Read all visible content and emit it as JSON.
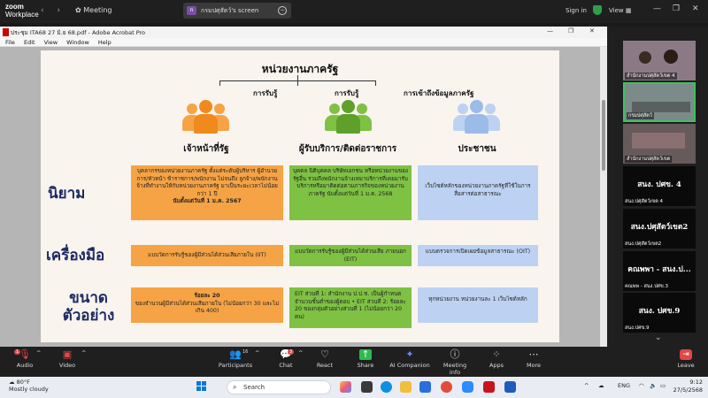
{
  "zoom": {
    "logo_line1": "zoom",
    "logo_line2": "Workplace",
    "meeting_label": "Meeting",
    "share_badge": "n",
    "share_label": "กรมปศุสัตว์'s screen",
    "sign_in": "Sign in",
    "view": "View",
    "colors": {
      "bar": "#1f1f1f",
      "secure": "#2e9e4a",
      "speaking": "#3ec35b"
    }
  },
  "acrobat": {
    "title": "ประชุม ITA68 27 มิ.ย 68.pdf - Adobe Acrobat Pro",
    "menu": [
      "File",
      "Edit",
      "View",
      "Window",
      "Help"
    ]
  },
  "slide": {
    "title": "หน่วยงานภาครัฐ",
    "branches": [
      "การรับรู้",
      "การรับรู้",
      "การเข้าถึงข้อมูลภาครัฐ"
    ],
    "groups": [
      "เจ้าหน้าที่รัฐ",
      "ผู้รับบริการ/ติดต่อราชการ",
      "ประชาชน"
    ],
    "rows": [
      {
        "label": "นิยาม",
        "cells": [
          {
            "text": "บุคลากรของหน่วยงานภาครัฐ ตั้งแต่ระดับผู้บริหาร ผู้อำนวยการ/หัวหน้า ข้าราชการ/พนักงาน ไม่จนถึง ลูกจ้าง/พนักงานจ้างที่ทำงานให้กับหน่วยงานภาครัฐ มาเป็นระยะเวลาไม่น้อยกว่า 1 ปี",
            "emph": "นับตั้งแต่วันที่ 1 ม.ค. 2567"
          },
          {
            "text": "บุคคล นิติบุคคล บริษัทเอกชน หรือหน่วยงานของรัฐอื่น รวมถึงพนักงานจ้างเหมาบริการที่เคยมารับบริการหรือมาติดต่อตามภารกิจของหน่วยงานภาครัฐ นับตั้งแต่วันที่ 1 ม.ค. 2568",
            "emph": ""
          },
          {
            "text": "เว็บไซต์หลักของหน่วยงานภาครัฐที่ใช้ในการสื่อสารต่อสาธารณะ",
            "emph": ""
          }
        ]
      },
      {
        "label": "เครื่องมือ",
        "cells": [
          {
            "text": "แบบวัดการรับรู้ของผู้มีส่วนได้ส่วนเสียภายใน (IIT)",
            "emph": ""
          },
          {
            "text": "แบบวัดการรับรู้ของผู้มีส่วนได้ส่วนเสีย ภายนอก (EIT)",
            "emph": ""
          },
          {
            "text": "แบบตรวจการเปิดเผยข้อมูลสาธารณะ (OIT)",
            "emph": ""
          }
        ]
      },
      {
        "label": "ขนาด ตัวอย่าง",
        "cells": [
          {
            "text": "ของจำนวนผู้มีส่วนได้ส่วนเสียภายใน (ไม่น้อยกว่า 30 และไม่เกิน 400)",
            "emph": "ร้อยละ 20"
          },
          {
            "text": "EIT ส่วนที่ 1: สำนักงาน ป.ป.ช. เป็นผู้กำหนดจำนวนขั้นต่ำของผู้ตอบ • EIT ส่วนที่ 2: ร้อยละ 20 ของกลุ่มตัวอย่างส่วนที่ 1 (ไม่น้อยกว่า 20 คน)",
            "emph": ""
          },
          {
            "text": "ทุกหน่วยงาน หน่วยงานละ 1 เว็บไซต์หลัก",
            "emph": ""
          }
        ]
      }
    ],
    "colors": {
      "orange": "#f6a345",
      "green": "#7ec143",
      "blue": "#bdd2f2",
      "label": "#1c2a63"
    }
  },
  "participants": [
    {
      "name": "สำนักงานปศุสัตว์เขต 4",
      "type": "video"
    },
    {
      "name": "กรมปศุสัตว์",
      "type": "video"
    },
    {
      "name": "สำนักงานปศุสัตว์เขต",
      "type": "video"
    },
    {
      "name": "สนง.ปศุสัตว์เขต 4",
      "display": "สนง. ปศข. 4",
      "type": "name"
    },
    {
      "name": "สนง.ปศุสัตว์เขต2",
      "display": "สนง.ปศุสัตว์เขต2",
      "type": "name"
    },
    {
      "name": "คณพพ - สนง.ปศข.3",
      "display": "คณพพา - สนง.ป...",
      "type": "name"
    },
    {
      "name": "สนง.ปศข.9",
      "display": "สนง. ปศข.9",
      "type": "name"
    }
  ],
  "toolbar": {
    "audio": "Audio",
    "video": "Video",
    "participants": "Participants",
    "participants_count": "16",
    "chat": "Chat",
    "chat_count": "3",
    "react": "React",
    "share": "Share",
    "ai": "AI Companion",
    "info": "Meeting info",
    "apps": "Apps",
    "more": "More",
    "leave": "Leave",
    "audio_badge": "1"
  },
  "taskbar": {
    "temp": "80°F",
    "condition": "Mostly cloudy",
    "search": "Search",
    "lang": "ENG",
    "time": "9:12",
    "date": "27/5/2568"
  }
}
